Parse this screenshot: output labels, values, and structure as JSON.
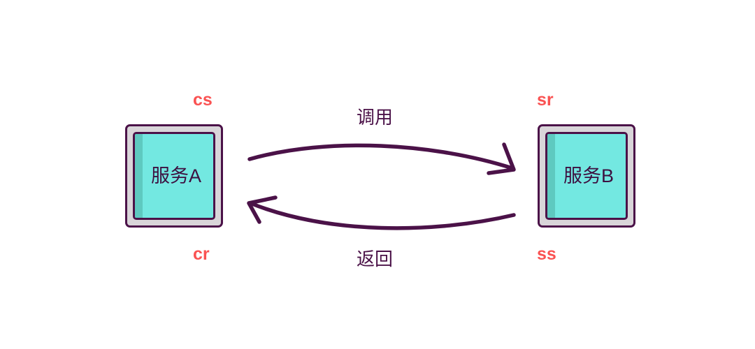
{
  "diagram": {
    "title_text": "",
    "background_color": "#ffffff",
    "colors": {
      "node_outer_fill": "#d9d5d9",
      "node_inner_fill": "#73e8e1",
      "node_spine_fill": "#5ec9c0",
      "stroke_purple": "#4b1248",
      "token_red": "#fa5252",
      "caption_purple": "#4b1248"
    },
    "nodes": [
      {
        "id": "a",
        "label": "服务A",
        "icon": "server-box-icon"
      },
      {
        "id": "b",
        "label": "服务B",
        "icon": "server-box-icon"
      }
    ],
    "tokens": [
      {
        "id": "cs",
        "label": "cs",
        "anchor": "node-a-top"
      },
      {
        "id": "cr",
        "label": "cr",
        "anchor": "node-a-bottom"
      },
      {
        "id": "sr",
        "label": "sr",
        "anchor": "node-b-top"
      },
      {
        "id": "ss",
        "label": "ss",
        "anchor": "node-b-bottom"
      }
    ],
    "arrows": [
      {
        "id": "call",
        "caption": "调用",
        "direction": "a-to-b",
        "from": "服务A",
        "to": "服务B",
        "head": "open-v-arrowhead"
      },
      {
        "id": "return",
        "caption": "返回",
        "direction": "b-to-a",
        "from": "服务B",
        "to": "服务A",
        "head": "open-v-arrowhead"
      }
    ]
  }
}
